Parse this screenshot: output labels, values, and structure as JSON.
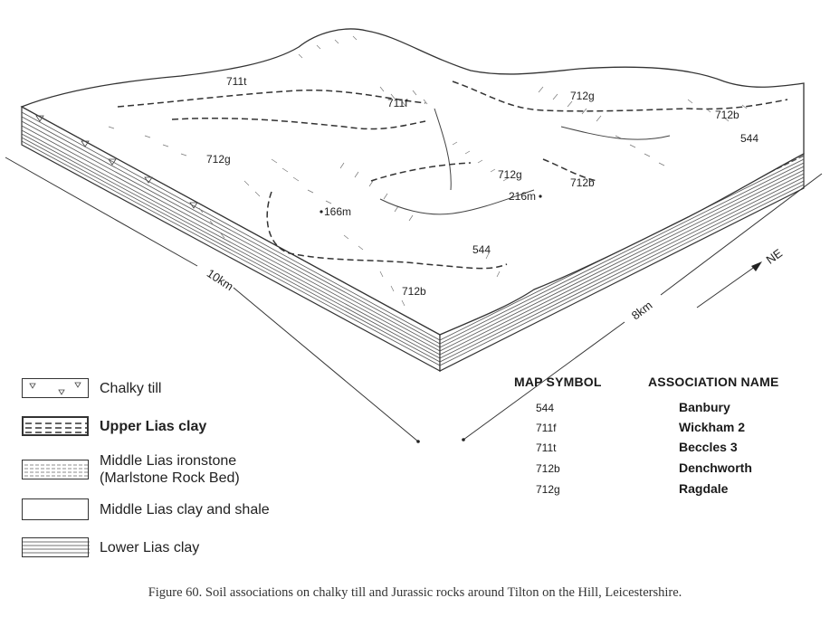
{
  "block_labels": {
    "l711t": "711t",
    "l711f": "711f",
    "l712g_top": "712g",
    "l712b_tr": "712b",
    "l544_tr": "544",
    "l712g_left": "712g",
    "l712g_mid": "712g",
    "l712b_mid": "712b",
    "l216": "216m",
    "l166": "166m",
    "l544_mid": "544",
    "l712b_bot": "712b",
    "dim_10km": "10km",
    "dim_8km": "8km",
    "dim_ne": "NE"
  },
  "legend": [
    {
      "label_lines": [
        "Chalky till"
      ],
      "bold": false
    },
    {
      "label_lines": [
        "Upper Lias clay"
      ],
      "bold": true
    },
    {
      "label_lines": [
        "Middle Lias ironstone",
        "(Marlstone Rock Bed)"
      ],
      "bold": false
    },
    {
      "label_lines": [
        "Middle Lias clay and shale"
      ],
      "bold": false
    },
    {
      "label_lines": [
        "Lower Lias clay"
      ],
      "bold": false
    }
  ],
  "table": {
    "col_symbol": "MAP SYMBOL",
    "col_name": "ASSOCIATION NAME",
    "rows": [
      {
        "symbol": "544",
        "name": "Banbury"
      },
      {
        "symbol": "711f",
        "name": "Wickham 2"
      },
      {
        "symbol": "711t",
        "name": "Beccles 3"
      },
      {
        "symbol": "712b",
        "name": "Denchworth"
      },
      {
        "symbol": "712g",
        "name": "Ragdale"
      }
    ]
  },
  "caption": "Figure 60. Soil associations on chalky till and Jurassic rocks around Tilton on the Hill, Leicestershire."
}
